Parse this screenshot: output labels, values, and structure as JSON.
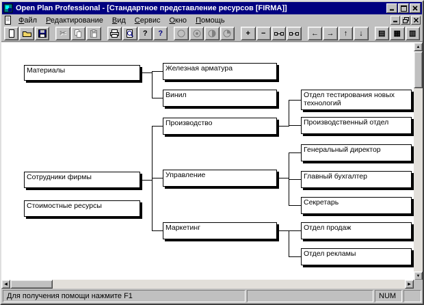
{
  "window": {
    "title": "Open Plan Professional - [Стандартное представление ресурсов [FIRMA]]"
  },
  "menu": {
    "items": [
      "Файл",
      "Редактирование",
      "Вид",
      "Сервис",
      "Окно",
      "Помощь"
    ]
  },
  "toolbar": {
    "buttons": [
      {
        "name": "new-document-button"
      },
      {
        "name": "open-button"
      },
      {
        "name": "save-button"
      },
      {
        "name": "cut-button",
        "disabled": true
      },
      {
        "name": "copy-button",
        "disabled": true
      },
      {
        "name": "paste-button",
        "disabled": true
      },
      {
        "name": "print-button"
      },
      {
        "name": "print-preview-button"
      },
      {
        "name": "help-button",
        "glyph": "?"
      },
      {
        "name": "context-help-button",
        "glyph": "?"
      },
      {
        "name": "network-view-button",
        "disabled": true
      },
      {
        "name": "resource-view-button",
        "disabled": true
      },
      {
        "name": "cost-view-button",
        "disabled": true
      },
      {
        "name": "chart-view-button",
        "disabled": true
      },
      {
        "name": "add-item-button",
        "glyph": "+"
      },
      {
        "name": "remove-item-button",
        "glyph": "−"
      },
      {
        "name": "link-items-button"
      },
      {
        "name": "unlink-items-button"
      },
      {
        "name": "move-left-button",
        "glyph": "←"
      },
      {
        "name": "move-right-button",
        "glyph": "→"
      },
      {
        "name": "move-up-button",
        "glyph": "↑"
      },
      {
        "name": "move-down-button",
        "glyph": "↓"
      },
      {
        "name": "table-view-button",
        "glyph": "▤"
      },
      {
        "name": "grid-view-button",
        "glyph": "▦"
      },
      {
        "name": "split-view-button",
        "glyph": "▥"
      }
    ]
  },
  "diagram": {
    "nodes": [
      {
        "label": "Материалы"
      },
      {
        "label": "Сотрудники фирмы"
      },
      {
        "label": "Стоимостные ресурсы"
      },
      {
        "label": "Железная арматура"
      },
      {
        "label": "Винил"
      },
      {
        "label": "Производство"
      },
      {
        "label": "Управление"
      },
      {
        "label": "Маркетинг"
      },
      {
        "label": "Отдел тестирования новых технологий"
      },
      {
        "label": "Производственный отдел"
      },
      {
        "label": "Генеральный директор"
      },
      {
        "label": "Главный бухгалтер"
      },
      {
        "label": "Секретарь"
      },
      {
        "label": "Отдел продаж"
      },
      {
        "label": "Отдел рекламы"
      }
    ],
    "links": [
      {
        "from": "Материалы",
        "to": "Железная арматура"
      },
      {
        "from": "Материалы",
        "to": "Винил"
      },
      {
        "from": "Сотрудники фирмы",
        "to": "Производство"
      },
      {
        "from": "Сотрудники фирмы",
        "to": "Управление"
      },
      {
        "from": "Сотрудники фирмы",
        "to": "Маркетинг"
      },
      {
        "from": "Производство",
        "to": "Отдел тестирования новых технологий"
      },
      {
        "from": "Производство",
        "to": "Производственный отдел"
      },
      {
        "from": "Управление",
        "to": "Генеральный директор"
      },
      {
        "from": "Управление",
        "to": "Главный бухгалтер"
      },
      {
        "from": "Управление",
        "to": "Секретарь"
      },
      {
        "from": "Маркетинг",
        "to": "Отдел продаж"
      },
      {
        "from": "Маркетинг",
        "to": "Отдел рекламы"
      }
    ]
  },
  "statusbar": {
    "help_text": "Для получения помощи нажмите F1",
    "num_label": "NUM"
  },
  "colors": {
    "titlebar": "#000080",
    "chrome": "#c0c0c0",
    "canvas": "#ffffff"
  }
}
